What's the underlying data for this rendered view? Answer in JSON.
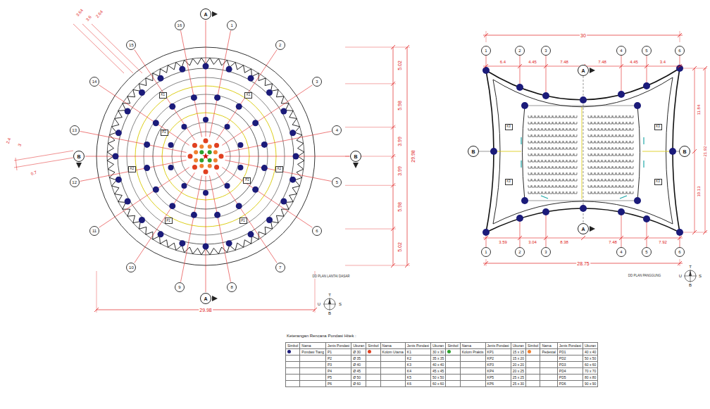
{
  "diagram": {
    "nodes": [
      {
        "text": [
          "1"
        ]
      },
      {
        "text": [
          "2"
        ]
      },
      {
        "text": [
          "3"
        ]
      },
      {
        "text": [
          "4"
        ]
      },
      {
        "text": [
          "5"
        ]
      },
      {
        "text": [
          "6"
        ]
      },
      {
        "text": [
          "7"
        ]
      },
      {
        "text": [
          "8"
        ]
      },
      {
        "text": [
          "9"
        ]
      },
      {
        "text": [
          "10"
        ]
      },
      {
        "text": [
          "11"
        ]
      },
      {
        "text": [
          "12"
        ]
      },
      {
        "text": [
          "13"
        ]
      },
      {
        "text": [
          "14"
        ]
      },
      {
        "text": [
          "15"
        ]
      },
      {
        "text": [
          "16"
        ]
      },
      {
        "text": [
          "A"
        ]
      },
      {
        "text": [
          "A"
        ]
      },
      {
        "text": [
          "B"
        ]
      },
      {
        "text": [
          "B"
        ]
      },
      {
        "text": [
          "K1"
        ]
      },
      {
        "text": [
          "K1"
        ]
      },
      {
        "text": [
          "K2"
        ]
      },
      {
        "text": [
          "K2"
        ]
      },
      {
        "text": [
          "P1"
        ]
      },
      {
        "text": [
          "P1"
        ]
      },
      {
        "text": [
          "P2"
        ]
      },
      {
        "text": [
          "P2"
        ]
      },
      {
        "text": [
          "1"
        ]
      },
      {
        "text": [
          "2"
        ]
      },
      {
        "text": [
          "3"
        ]
      },
      {
        "text": [
          "4"
        ]
      },
      {
        "text": [
          "5"
        ]
      },
      {
        "text": [
          "6"
        ]
      },
      {
        "text": [
          "1"
        ]
      },
      {
        "text": [
          "2"
        ]
      },
      {
        "text": [
          "3"
        ]
      },
      {
        "text": [
          "4"
        ]
      },
      {
        "text": [
          "5"
        ]
      },
      {
        "text": [
          "6"
        ]
      },
      {
        "text": [
          "A"
        ]
      },
      {
        "text": [
          "A"
        ]
      },
      {
        "text": [
          "B"
        ]
      },
      {
        "text": [
          "B"
        ]
      },
      {
        "text": [
          "K3"
        ]
      },
      {
        "text": [
          "K3"
        ]
      },
      {
        "text": [
          "K3"
        ]
      },
      {
        "text": [
          "K3"
        ]
      }
    ],
    "labels": [
      "3.64",
      "3.6",
      "2.64",
      "5.02",
      "5.98",
      "3.99",
      "3.99",
      "5.98",
      "5.02",
      "29.98",
      "29.98",
      "2.4",
      "3",
      "0.7",
      "30",
      "6.4",
      "4.45",
      "7.48",
      "7.48",
      "4.45",
      "3.4",
      "11.84",
      "10.13",
      "21.92",
      "3.59",
      "3.04",
      "8.38",
      "7.48",
      "7.92",
      "28.75",
      "DD PLAN LANTAI DASAR",
      "DD PLAN PANGGUNG",
      "T",
      "U",
      "S",
      "B",
      "T",
      "U",
      "S",
      "B",
      "Keterangan Rencana Pondasi Hitek :",
      "Simbol",
      "Nama",
      "Jenis Pondasi",
      "Ukuran",
      "Simbol",
      "Nama",
      "Jenis Pondasi",
      "Ukuran",
      "Simbol",
      "Nama",
      "Jenis Pondasi",
      "Ukuran",
      "Simbol",
      "Nama",
      "Jenis Pondasi",
      "Ukuran",
      "Pondasi Tiang",
      "P1",
      "Ø 30",
      "Kolom Utama",
      "K1",
      "30 x 30",
      "Kolom Praktis",
      "KP1",
      "15 x 15",
      "Pedestal",
      "PD1",
      "40 x 40",
      "P2",
      "Ø 35",
      "K2",
      "35 x 35",
      "KP2",
      "15 x 20",
      "PD2",
      "50 x 50",
      "P3",
      "Ø 40",
      "K3",
      "40 x 40",
      "KP3",
      "20 x 20",
      "PD3",
      "60 x 60",
      "P4",
      "Ø 45",
      "K4",
      "45 x 45",
      "KP4",
      "20 x 25",
      "PD4",
      "70 x 70",
      "P5",
      "Ø 50",
      "K5",
      "50 x 50",
      "KP5",
      "25 x 25",
      "PD5",
      "80 x 80",
      "P6",
      "Ø 60",
      "K6",
      "60 x 60",
      "KP6",
      "25 x 30",
      "PD6",
      "90 x 90"
    ]
  }
}
